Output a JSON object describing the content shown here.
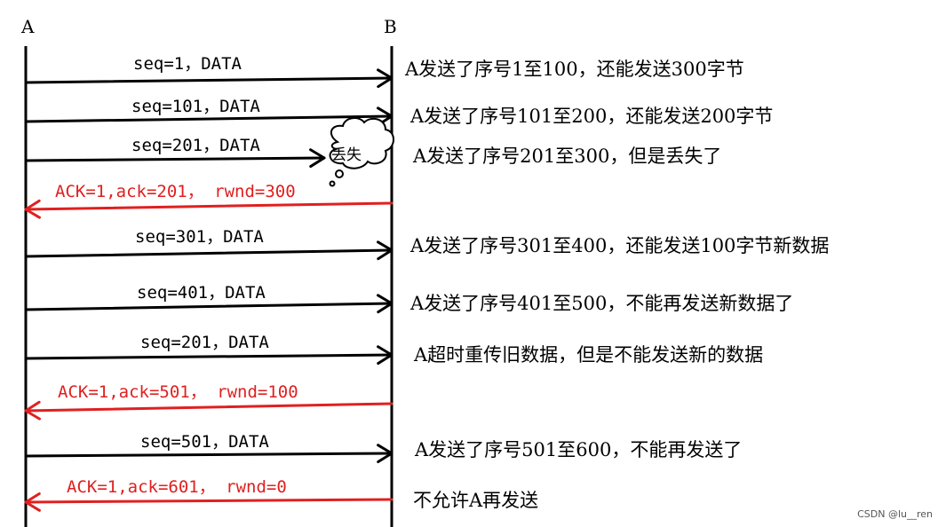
{
  "hosts": {
    "left": "A",
    "right": "B"
  },
  "colors": {
    "data": "#000000",
    "ack": "#e02020"
  },
  "messages": [
    {
      "direction": "A-to-B",
      "label": "seq=1，DATA",
      "note": "A发送了序号1至100，还能发送300字节",
      "lost": false
    },
    {
      "direction": "A-to-B",
      "label": "seq=101，DATA",
      "note": "A发送了序号101至200，还能发送200字节",
      "lost": false
    },
    {
      "direction": "A-to-B",
      "label": "seq=201，DATA",
      "note": "A发送了序号201至300，但是丢失了",
      "lost": true
    },
    {
      "direction": "B-to-A",
      "label": "ACK=1,ack=201， rwnd=300",
      "note": "",
      "lost": false
    },
    {
      "direction": "A-to-B",
      "label": "seq=301，DATA",
      "note": "A发送了序号301至400，还能发送100字节新数据",
      "lost": false
    },
    {
      "direction": "A-to-B",
      "label": "seq=401，DATA",
      "note": "A发送了序号401至500，不能再发送新数据了",
      "lost": false
    },
    {
      "direction": "A-to-B",
      "label": "seq=201，DATA",
      "note": "A超时重传旧数据，但是不能发送新的数据",
      "lost": false
    },
    {
      "direction": "B-to-A",
      "label": "ACK=1,ack=501， rwnd=100",
      "note": "",
      "lost": false
    },
    {
      "direction": "A-to-B",
      "label": "seq=501，DATA",
      "note": "A发送了序号501至600，不能再发送了",
      "lost": false
    },
    {
      "direction": "B-to-A",
      "label": "ACK=1,ack=601， rwnd=0",
      "note": "不允许A再发送",
      "lost": false
    }
  ],
  "loss_label": "丢失",
  "watermark": "CSDN @lu__ren"
}
